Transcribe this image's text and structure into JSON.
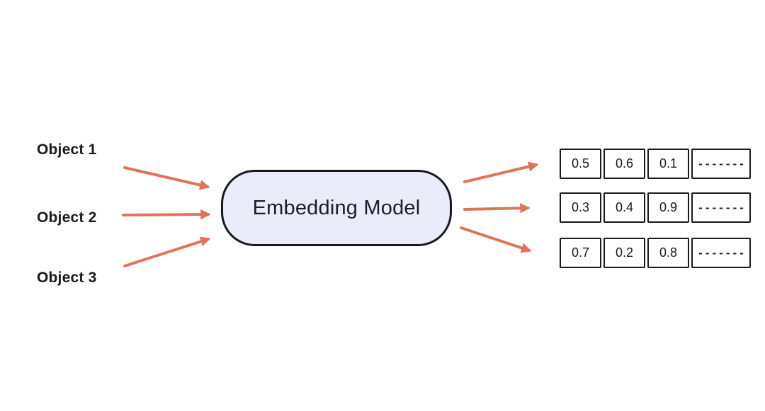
{
  "diagram": {
    "inputs": [
      {
        "label": "Object 1"
      },
      {
        "label": "Object 2"
      },
      {
        "label": "Object 3"
      }
    ],
    "model": {
      "label": "Embedding Model"
    },
    "vectors": [
      {
        "values": [
          "0.5",
          "0.6",
          "0.1"
        ],
        "more": "-------"
      },
      {
        "values": [
          "0.3",
          "0.4",
          "0.9"
        ],
        "more": "-------"
      },
      {
        "values": [
          "0.7",
          "0.2",
          "0.8"
        ],
        "more": "-------"
      }
    ],
    "colors": {
      "arrow": "#E0745A",
      "model_fill": "#EAECFA",
      "model_border": "#15181F",
      "box_border": "#1A1A1A",
      "text": "#1A1A1A",
      "background": "#FFFFFF"
    }
  }
}
